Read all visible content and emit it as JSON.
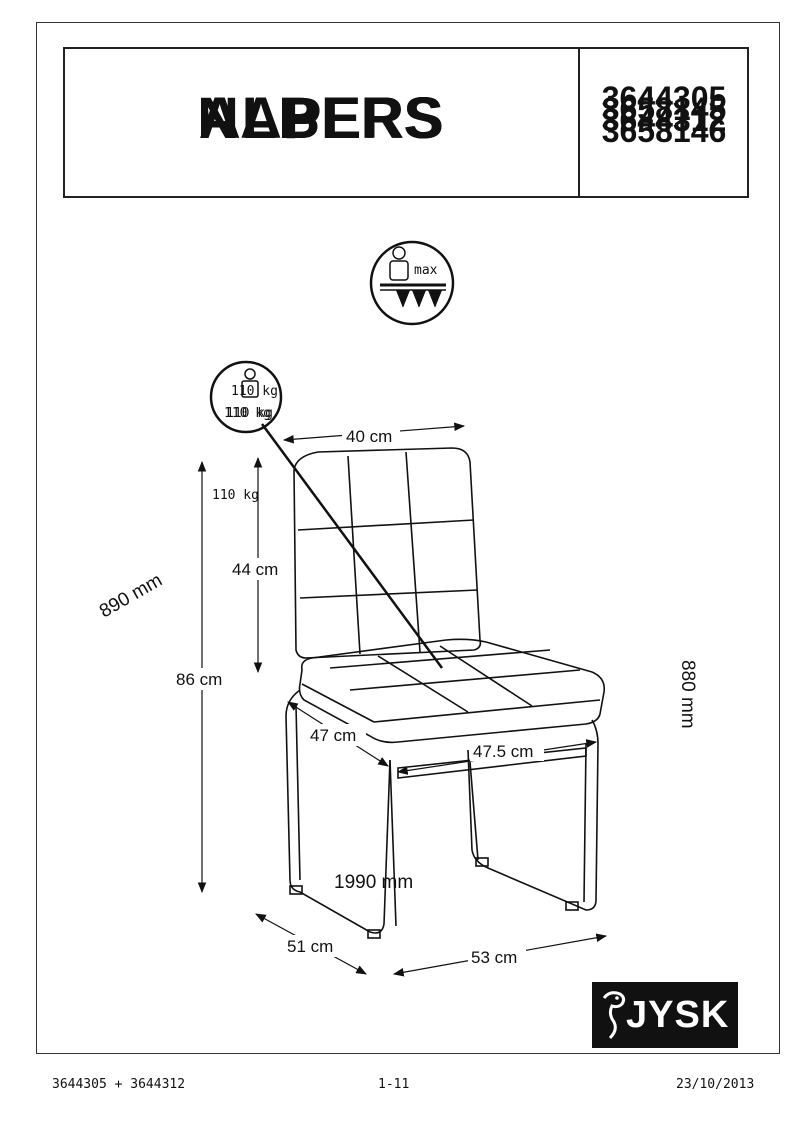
{
  "header": {
    "title_lines": [
      "NAPERS",
      "ALBERS",
      "ALBERS"
    ],
    "codes": [
      "3644305",
      "3658145",
      "3644312",
      "3658146"
    ]
  },
  "dimensions": {
    "width_top": "40 cm",
    "back_height": "44 cm",
    "total_height": "86 cm",
    "seat_depth": "47 cm",
    "seat_width": "47.5 cm",
    "depth_bottom": "51 cm",
    "width_bottom": "53 cm",
    "diag_890": "890 mm",
    "side_880": "880 mm",
    "mid_1990": "1990 mm"
  },
  "load": {
    "max_label": "max",
    "kg_a": "110 kg",
    "kg_b": "110 kg",
    "kg_c": "110 kg",
    "kg_d": "110 kg"
  },
  "logo": {
    "text": "JYSK"
  },
  "footer": {
    "left": "3644305 + 3644312",
    "center": "1-11",
    "right": "23/10/2013"
  }
}
